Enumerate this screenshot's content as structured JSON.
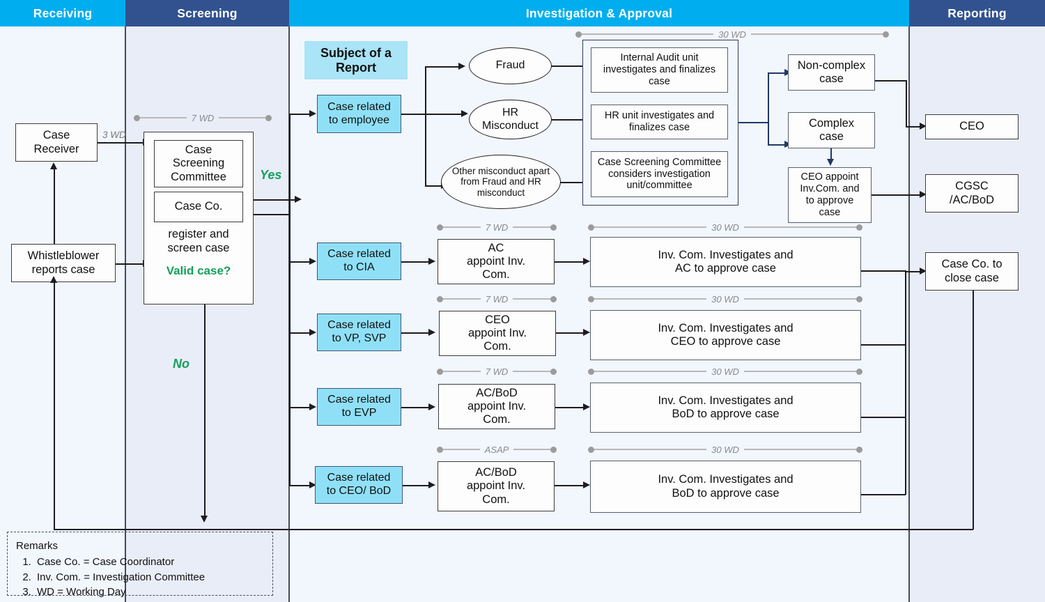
{
  "lanes": [
    {
      "key": "receiving",
      "title": "Receiving",
      "color": "#00aeef"
    },
    {
      "key": "screening",
      "title": "Screening",
      "color": "#31528f"
    },
    {
      "key": "investigation",
      "title": "Investigation & Approval",
      "color": "#00aeef"
    },
    {
      "key": "reporting",
      "title": "Reporting",
      "color": "#31528f"
    }
  ],
  "receiving": {
    "case_receiver": "Case\nReceiver",
    "case_receiver_l1": "Case",
    "case_receiver_l2": "Receiver",
    "whistleblower_l1": "Whistleblower",
    "whistleblower_l2": "reports case",
    "wd_3": "3 WD"
  },
  "screening": {
    "wd_7": "7 WD",
    "committee_l1": "Case",
    "committee_l2": "Screening",
    "committee_l3": "Committee",
    "case_co": "Case Co.",
    "register_l1": "register and",
    "register_l2": "screen case",
    "valid_case": "Valid case?",
    "yes": "Yes",
    "no": "No"
  },
  "investigation": {
    "subject_l1": "Subject of a",
    "subject_l2": "Report",
    "employee_l1": "Case related",
    "employee_l2": "to employee",
    "fraud": "Fraud",
    "hr_l1": "HR",
    "hr_l2": "Misconduct",
    "other_l1": "Other misconduct apart",
    "other_l2": "from Fraud and HR",
    "other_l3": "misconduct",
    "audit_l1": "Internal Audit unit",
    "audit_l2": "investigates and finalizes",
    "audit_l3": "case",
    "hrunit_l1": "HR unit investigates and",
    "hrunit_l2": "finalizes case",
    "csc_l1": "Case Screening Committee",
    "csc_l2": "considers investigation",
    "csc_l3": "unit/committee",
    "noncomplex_l1": "Non-complex",
    "noncomplex_l2": "case",
    "complex_l1": "Complex",
    "complex_l2": "case",
    "ceo_appoint_l1": "CEO appoint",
    "ceo_appoint_l2": "Inv.Com. and",
    "ceo_appoint_l3": "to approve",
    "ceo_appoint_l4": "case",
    "wd_30_top": "30 WD",
    "rows": [
      {
        "case_l1": "Case related",
        "case_l2": "to CIA",
        "appoint_l1": "AC",
        "appoint_l2": "appoint Inv.",
        "appoint_l3": "Com.",
        "invcom_l1": "Inv. Com. Investigates and",
        "invcom_l2": "AC to approve case",
        "wd_appoint": "7 WD",
        "wd_inv": "30 WD"
      },
      {
        "case_l1": "Case related",
        "case_l2": "to VP, SVP",
        "appoint_l1": "CEO",
        "appoint_l2": "appoint Inv.",
        "appoint_l3": "Com.",
        "invcom_l1": "Inv. Com. Investigates and",
        "invcom_l2": "CEO to approve case",
        "wd_appoint": "7 WD",
        "wd_inv": "30 WD"
      },
      {
        "case_l1": "Case related",
        "case_l2": "to EVP",
        "appoint_l1": "AC/BoD",
        "appoint_l2": "appoint Inv.",
        "appoint_l3": "Com.",
        "invcom_l1": "Inv. Com. Investigates and",
        "invcom_l2": "BoD to approve case",
        "wd_appoint": "7 WD",
        "wd_inv": "30 WD"
      },
      {
        "case_l1": "Case related",
        "case_l2": "to CEO/ BoD",
        "appoint_l1": "AC/BoD",
        "appoint_l2": "appoint Inv.",
        "appoint_l3": "Com.",
        "invcom_l1": "Inv. Com. Investigates and",
        "invcom_l2": "BoD to approve case",
        "wd_appoint": "ASAP",
        "wd_inv": "30 WD"
      }
    ]
  },
  "reporting": {
    "ceo": "CEO",
    "cgsc_l1": "CGSC",
    "cgsc_l2": "/AC/BoD",
    "close_l1": "Case Co. to",
    "close_l2": "close case"
  },
  "remarks": {
    "title": "Remarks",
    "items": [
      "Case Co. = Case Coordinator",
      "Inv. Com. = Investigation Committee",
      "WD = Working Day"
    ],
    "i0": "Case Co. = Case Coordinator",
    "i1": "Inv. Com. = Investigation Committee",
    "i2": "WD = Working Day"
  },
  "colors": {
    "header_cyan": "#00aeef",
    "header_navy": "#31528f",
    "node_blue": "#8fe0f7",
    "decision_green": "#14a05a",
    "lane_light": "#f2f6fd",
    "lane_dark": "#e9edf8"
  }
}
